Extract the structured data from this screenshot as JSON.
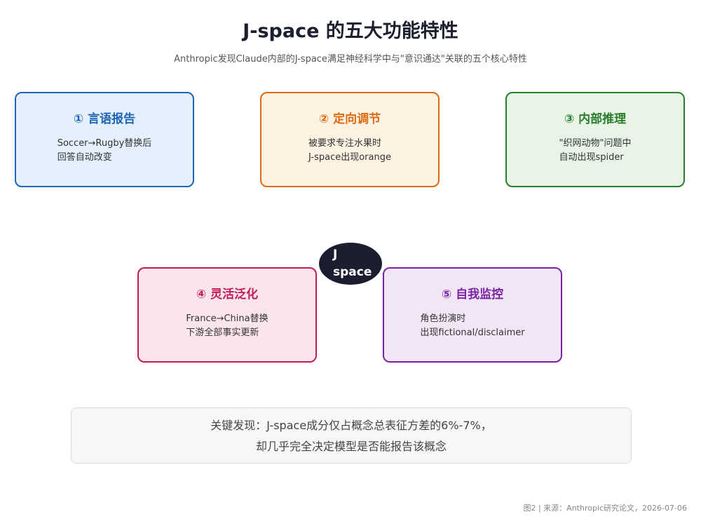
{
  "title": "J-space 的五大功能特性",
  "subtitle": "Anthropic发现Claude内部的J-space满足神经科学中与\"意识通达\"关联的五个核心特性",
  "center": {
    "label": "J space"
  },
  "cards": [
    {
      "title": "① 言语报告",
      "lines": [
        "Soccer→Rugby替换后",
        "回答自动改变"
      ]
    },
    {
      "title": "② 定向调节",
      "lines": [
        "被要求专注水果时",
        "J-space出现orange"
      ]
    },
    {
      "title": "③ 内部推理",
      "lines": [
        "\"织网动物\"问题中",
        "自动出现spider"
      ]
    },
    {
      "title": "④ 灵活泛化",
      "lines": [
        "France→China替换",
        "下游全部事实更新"
      ]
    },
    {
      "title": "⑤ 自我监控",
      "lines": [
        "角色扮演时",
        "出现fictional/disclaimer"
      ]
    }
  ],
  "key_finding": {
    "line1": "关键发现：J-space成分仅占概念总表征方差的6%-7%，",
    "line2": "却几乎完全决定模型是否能报告该概念"
  },
  "footer": "图2 | 来源：Anthropic研究论文，2026-07-06"
}
